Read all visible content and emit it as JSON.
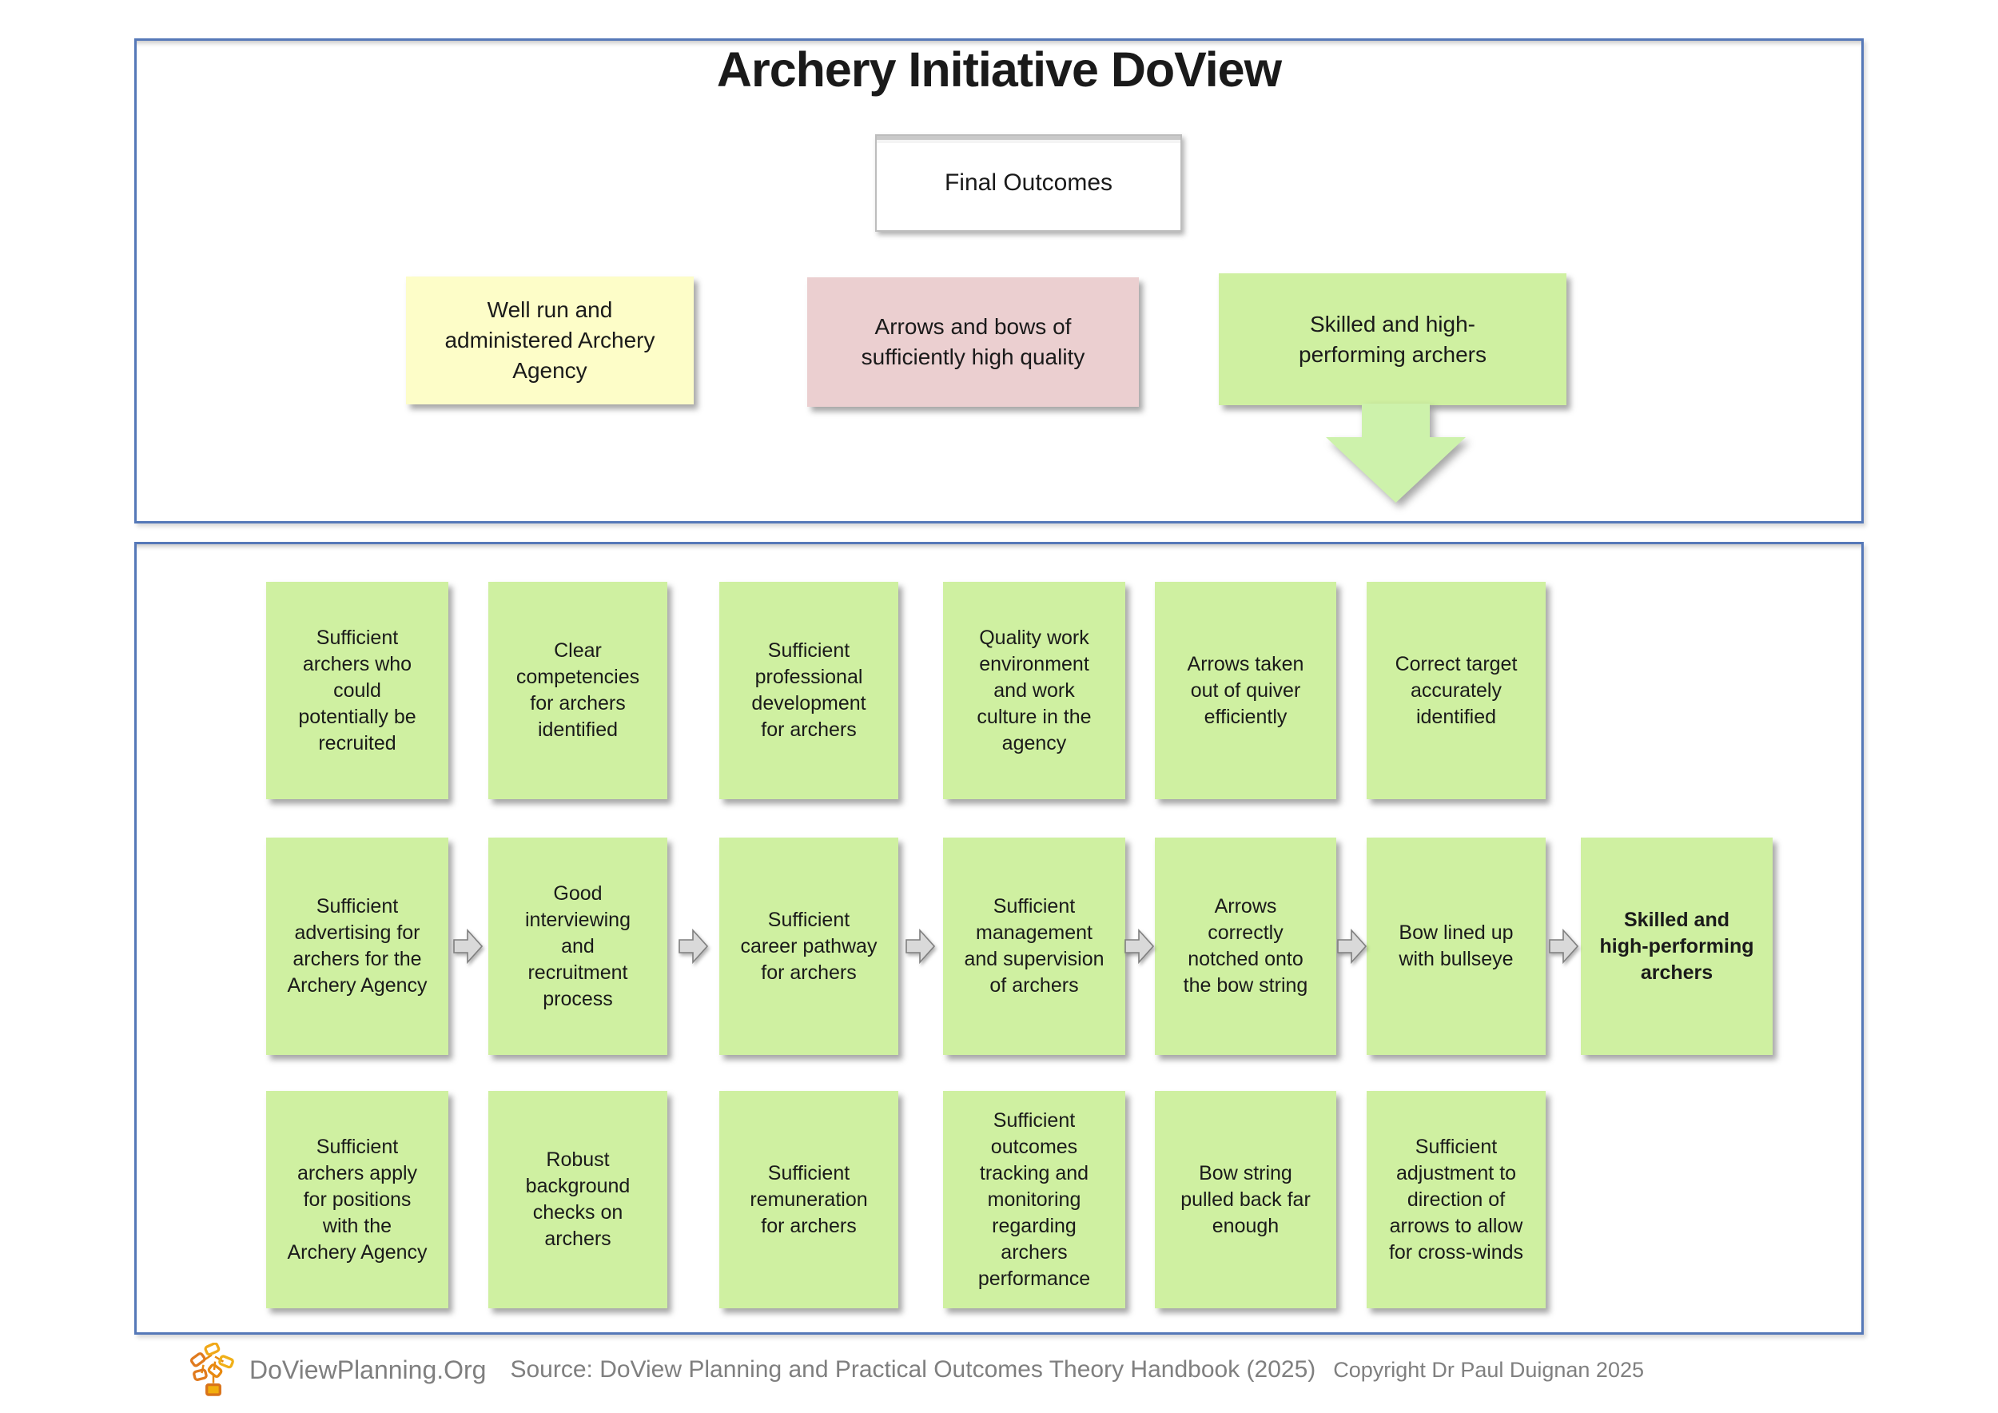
{
  "title": "Archery Initiative DoView",
  "top_panel": {
    "final_outcomes_label": "Final Outcomes",
    "boxes": {
      "agency": "Well run and\nadministered Archery\nAgency",
      "equipment": "Arrows and bows of\nsufficiently high quality",
      "archers": "Skilled and high-\nperforming archers"
    }
  },
  "grid": {
    "row1": [
      "Sufficient\narchers who\ncould\npotentially be\nrecruited",
      "Clear\ncompetencies\nfor archers\nidentified",
      "Sufficient\nprofessional\ndevelopment\nfor archers",
      "Quality work\nenvironment\nand work\nculture in the\nagency",
      "Arrows taken\nout of quiver\nefficiently",
      "Correct target\naccurately\nidentified"
    ],
    "row2": [
      "Sufficient\nadvertising for\narchers for the\nArchery Agency",
      "Good\ninterviewing\nand\nrecruitment\nprocess",
      "Sufficient\ncareer pathway\nfor archers",
      "Sufficient\nmanagement\nand supervision\nof archers",
      "Arrows\ncorrectly\nnotched onto\nthe bow string",
      "Bow lined up\nwith bullseye",
      "Skilled and\nhigh-performing\narchers"
    ],
    "row3": [
      "Sufficient\narchers apply\nfor positions\nwith the\nArchery Agency",
      "Robust\nbackground\nchecks on\narchers",
      "Sufficient\nremuneration\nfor archers",
      "Sufficient\noutcomes\ntracking and\nmonitoring\nregarding\narchers\nperformance",
      "Bow string\npulled back far\nenough",
      "Sufficient\nadjustment to\ndirection of\narrows to allow\nfor cross-winds"
    ]
  },
  "footer": {
    "brand": "DoViewPlanning.Org",
    "source": "Source: DoView Planning and Practical Outcomes Theory Handbook (2025)",
    "copyright": "Copyright Dr Paul Duignan 2025"
  },
  "colors": {
    "panel_border": "#5578b8",
    "box_green": "#cff0a1",
    "box_yellow": "#fdfdc8",
    "box_pink": "#ebcfd0",
    "arrow_green": "#cdf2ab",
    "arrow_gray": "#d9d9d9",
    "footer_text": "#7f7f7f",
    "logo_orange": "#e8890f"
  }
}
